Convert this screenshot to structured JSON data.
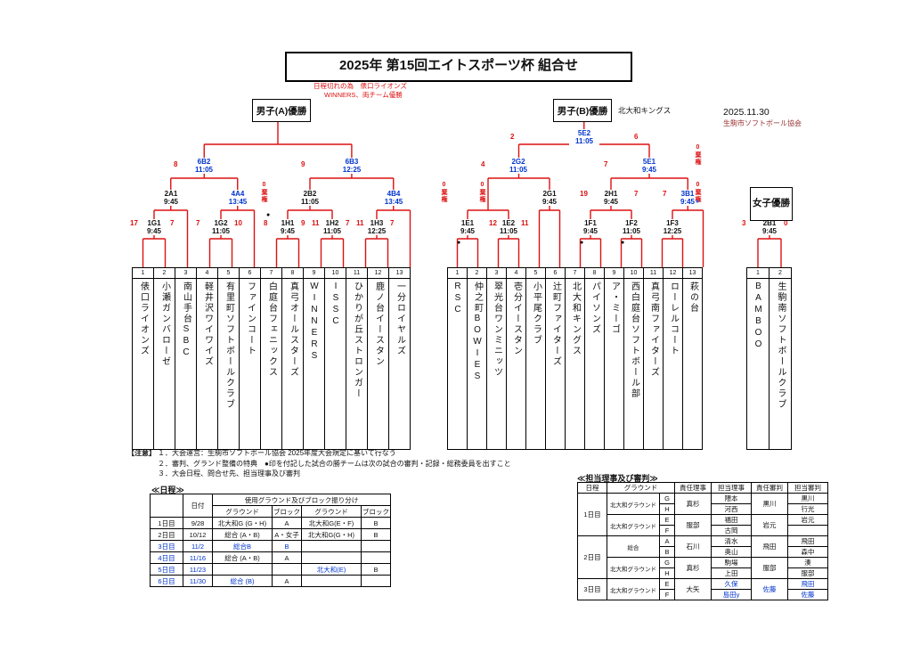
{
  "title": "2025年 第15回エイトスポーツ杯 組合せ",
  "meta": {
    "date": "2025.11.30",
    "org": "生駒市ソフトボール協会"
  },
  "marks": {
    "dot": "●"
  },
  "bracket_a": {
    "champion_label": "男子(A)優勝",
    "note_line1": "日程切れの為　俵口ライオンズ",
    "note_line2": "WINNERS、両チーム優勝",
    "teams": [
      {
        "n": "1",
        "name": "俵口ライオンズ"
      },
      {
        "n": "2",
        "name": "小瀬ガンバローゼ"
      },
      {
        "n": "3",
        "name": "南山手台SBC"
      },
      {
        "n": "4",
        "name": "軽井沢ワイワイズ"
      },
      {
        "n": "5",
        "name": "有里町ソフトボールクラブ"
      },
      {
        "n": "6",
        "name": "ファインコート"
      },
      {
        "n": "7",
        "name": "白庭台フェニックス"
      },
      {
        "n": "8",
        "name": "真弓オールスターズ"
      },
      {
        "n": "9",
        "name": "WINNERS"
      },
      {
        "n": "10",
        "name": "ISSC"
      },
      {
        "n": "11",
        "name": "ひかりが丘ストロンガー"
      },
      {
        "n": "12",
        "name": "鹿ノ台イースタン"
      },
      {
        "n": "13",
        "name": "一分ロイヤルズ"
      }
    ],
    "matches": [
      {
        "id": "1G1",
        "time": "9:45"
      },
      {
        "id": "1G2",
        "time": "11:05"
      },
      {
        "id": "1H1",
        "time": "9:45"
      },
      {
        "id": "1H2",
        "time": "11:05"
      },
      {
        "id": "1H3",
        "time": "12:25"
      },
      {
        "id": "2A1",
        "time": "9:45"
      },
      {
        "id": "4A4",
        "time": "13:45"
      },
      {
        "id": "2B2",
        "time": "11:05"
      },
      {
        "id": "4B4",
        "time": "13:45"
      },
      {
        "id": "6B2",
        "time": "11:05"
      },
      {
        "id": "6B3",
        "time": "12:25"
      }
    ],
    "scores": [
      "17",
      "7",
      "7",
      "10",
      "8",
      "9",
      "11",
      "7",
      "11",
      "7",
      "8",
      "9"
    ],
    "forfeit": "0棄権"
  },
  "bracket_b": {
    "champion_label": "男子(B)優勝",
    "champion_name": "北大和キングス",
    "teams": [
      {
        "n": "1",
        "name": "RSC"
      },
      {
        "n": "2",
        "name": "仲之町BOWIES"
      },
      {
        "n": "3",
        "name": "翠光台ワンミニッツ"
      },
      {
        "n": "4",
        "name": "壱分イースタン"
      },
      {
        "n": "5",
        "name": "小平尾クラブ"
      },
      {
        "n": "6",
        "name": "辻町ファイターズ"
      },
      {
        "n": "7",
        "name": "北大和キングス"
      },
      {
        "n": "8",
        "name": "パイソンズ"
      },
      {
        "n": "9",
        "name": "ア・ミーゴ"
      },
      {
        "n": "10",
        "name": "西白庭台ソフトボール部"
      },
      {
        "n": "11",
        "name": "真弓南ファイターズ"
      },
      {
        "n": "12",
        "name": "ローレルコート"
      },
      {
        "n": "13",
        "name": "萩の台"
      }
    ],
    "matches": [
      {
        "id": "1E1",
        "time": "9:45"
      },
      {
        "id": "1E2",
        "time": "11:05"
      },
      {
        "id": "1F1",
        "time": "9:45"
      },
      {
        "id": "1F2",
        "time": "11:05"
      },
      {
        "id": "1F3",
        "time": "12:25"
      },
      {
        "id": "2G1",
        "time": "9:45"
      },
      {
        "id": "2H1",
        "time": "9:45"
      },
      {
        "id": "3B1",
        "time": "9:45"
      },
      {
        "id": "2G2",
        "time": "11:05"
      },
      {
        "id": "5E1",
        "time": "9:45"
      },
      {
        "id": "5E2",
        "time": "11:05"
      }
    ],
    "scores": [
      "12",
      "11",
      "19",
      "7",
      "7",
      "4",
      "7",
      "2",
      "6"
    ],
    "forfeits": [
      "0棄権",
      "0棄権",
      "0棄権",
      "0棄権"
    ]
  },
  "bracket_w": {
    "champion_label": "女子優勝",
    "teams": [
      {
        "n": "1",
        "name": "BAMBOO"
      },
      {
        "n": "2",
        "name": "生駒南ソフトボールクラブ"
      }
    ],
    "match": {
      "id": "2B1",
      "time": "9:45"
    },
    "scores": [
      "3",
      "0"
    ]
  },
  "notes": {
    "header": "【注意】",
    "lines": [
      "１．大会運営：生駒市ソフトボール協会 2025年度大会規定に基いて行なう",
      "２．審判、グランド整備の特典　●印を付記した試合の勝チームは次の試合の審判・記録・総務委員を出すこと",
      "３．大会日程、問合せ先、担当理事及び審判"
    ]
  },
  "schedule": {
    "title": "≪日程≫",
    "span_header": "使用グラウンド及びブロック振り分け",
    "col_headers": [
      "日付",
      "グラウンド",
      "ブロック",
      "グラウンド",
      "ブロック"
    ],
    "rows": [
      [
        "1日目",
        "9/28",
        "北大和G (G・H)",
        "A",
        "北大和G(E・F)",
        "B"
      ],
      [
        "2日目",
        "10/12",
        "総合 (A・B)",
        "A・女子",
        "北大和G(G・H)",
        "B"
      ],
      [
        "3日目",
        "11/2",
        "総合B",
        "B",
        "",
        ""
      ],
      [
        "4日目",
        "11/16",
        "総合 (A・B)",
        "A",
        "",
        ""
      ],
      [
        "5日目",
        "11/23",
        "",
        "",
        "北大和(E)",
        "B"
      ],
      [
        "6日目",
        "11/30",
        "総合 (B)",
        "A",
        "",
        ""
      ]
    ]
  },
  "officials": {
    "title": "≪担当理事及び審判≫",
    "headers": [
      "日程",
      "グラウンド",
      "責任理事",
      "担当理事",
      "責任審判",
      "担当審判"
    ],
    "rows": [
      [
        "1日目",
        "北大和グラウンド",
        "G",
        "真杉",
        "隈本",
        "黒川",
        "黒川"
      ],
      [
        "",
        "",
        "H",
        "",
        "河西",
        "",
        "行光"
      ],
      [
        "",
        "北大和グラウンド",
        "E",
        "服部",
        "福田",
        "岩元",
        "岩元"
      ],
      [
        "",
        "",
        "F",
        "",
        "古岡",
        "",
        ""
      ],
      [
        "2日目",
        "総合",
        "A",
        "石川",
        "清水",
        "飛田",
        "飛田"
      ],
      [
        "",
        "",
        "B",
        "",
        "奥山",
        "",
        "森中"
      ],
      [
        "",
        "北大和グラウンド",
        "G",
        "真杉",
        "駒場",
        "服部",
        "湊"
      ],
      [
        "",
        "",
        "H",
        "",
        "上田",
        "",
        "服部"
      ],
      [
        "3日目",
        "北大和グラウンド",
        "E",
        "大矢",
        "久保",
        "佐藤",
        "飛田"
      ],
      [
        "",
        "",
        "F",
        "",
        "島田y",
        "",
        "佐藤"
      ]
    ]
  }
}
